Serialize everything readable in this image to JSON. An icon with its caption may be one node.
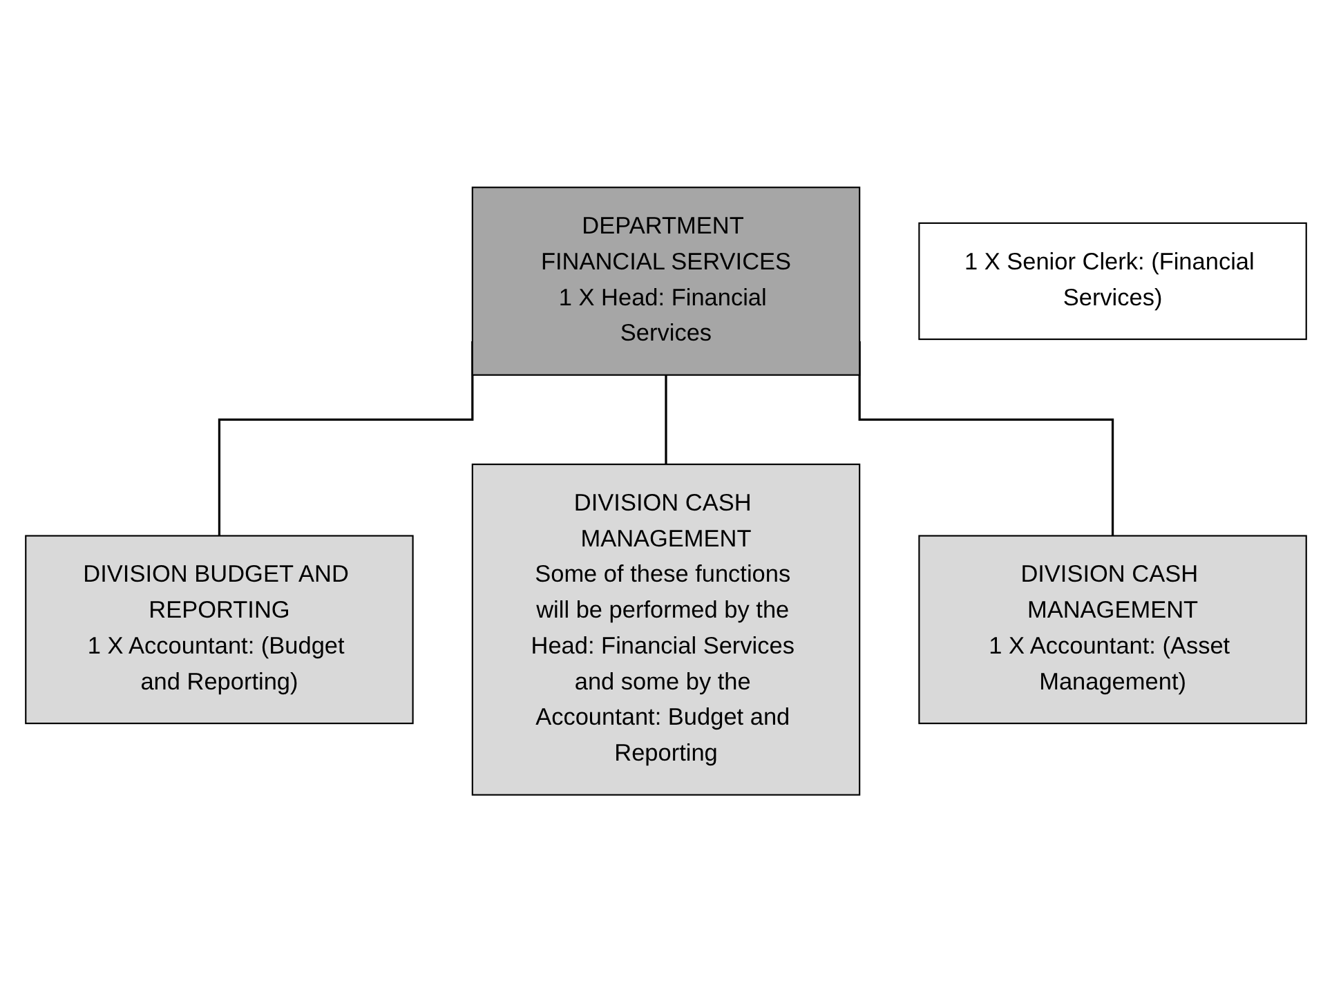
{
  "diagram": {
    "nodes": [
      {
        "text": [
          "DEPARTMENT FINANCIAL SERVICES",
          "1 X Head: Financial Services"
        ]
      },
      {
        "text": [
          "1 X Senior Clerk: (Financial Services)"
        ]
      },
      {
        "text": [
          "DIVISION BUDGET AND REPORTING",
          "1 X Accountant: (Budget and Reporting)"
        ]
      },
      {
        "text": [
          "DIVISION CASH MANAGEMENT",
          "Some of these functions will be performed by the Head: Financial Services and some by the Accountant: Budget and Reporting"
        ]
      },
      {
        "text": [
          "DIVISION CASH MANAGEMENT",
          "1 X Accountant: (Asset Management)"
        ]
      }
    ],
    "edges": [
      {
        "from": 0,
        "to": 2,
        "arrow": "none"
      },
      {
        "from": 0,
        "to": 3,
        "arrow": "none"
      },
      {
        "from": 0,
        "to": 4,
        "arrow": "none"
      }
    ]
  }
}
